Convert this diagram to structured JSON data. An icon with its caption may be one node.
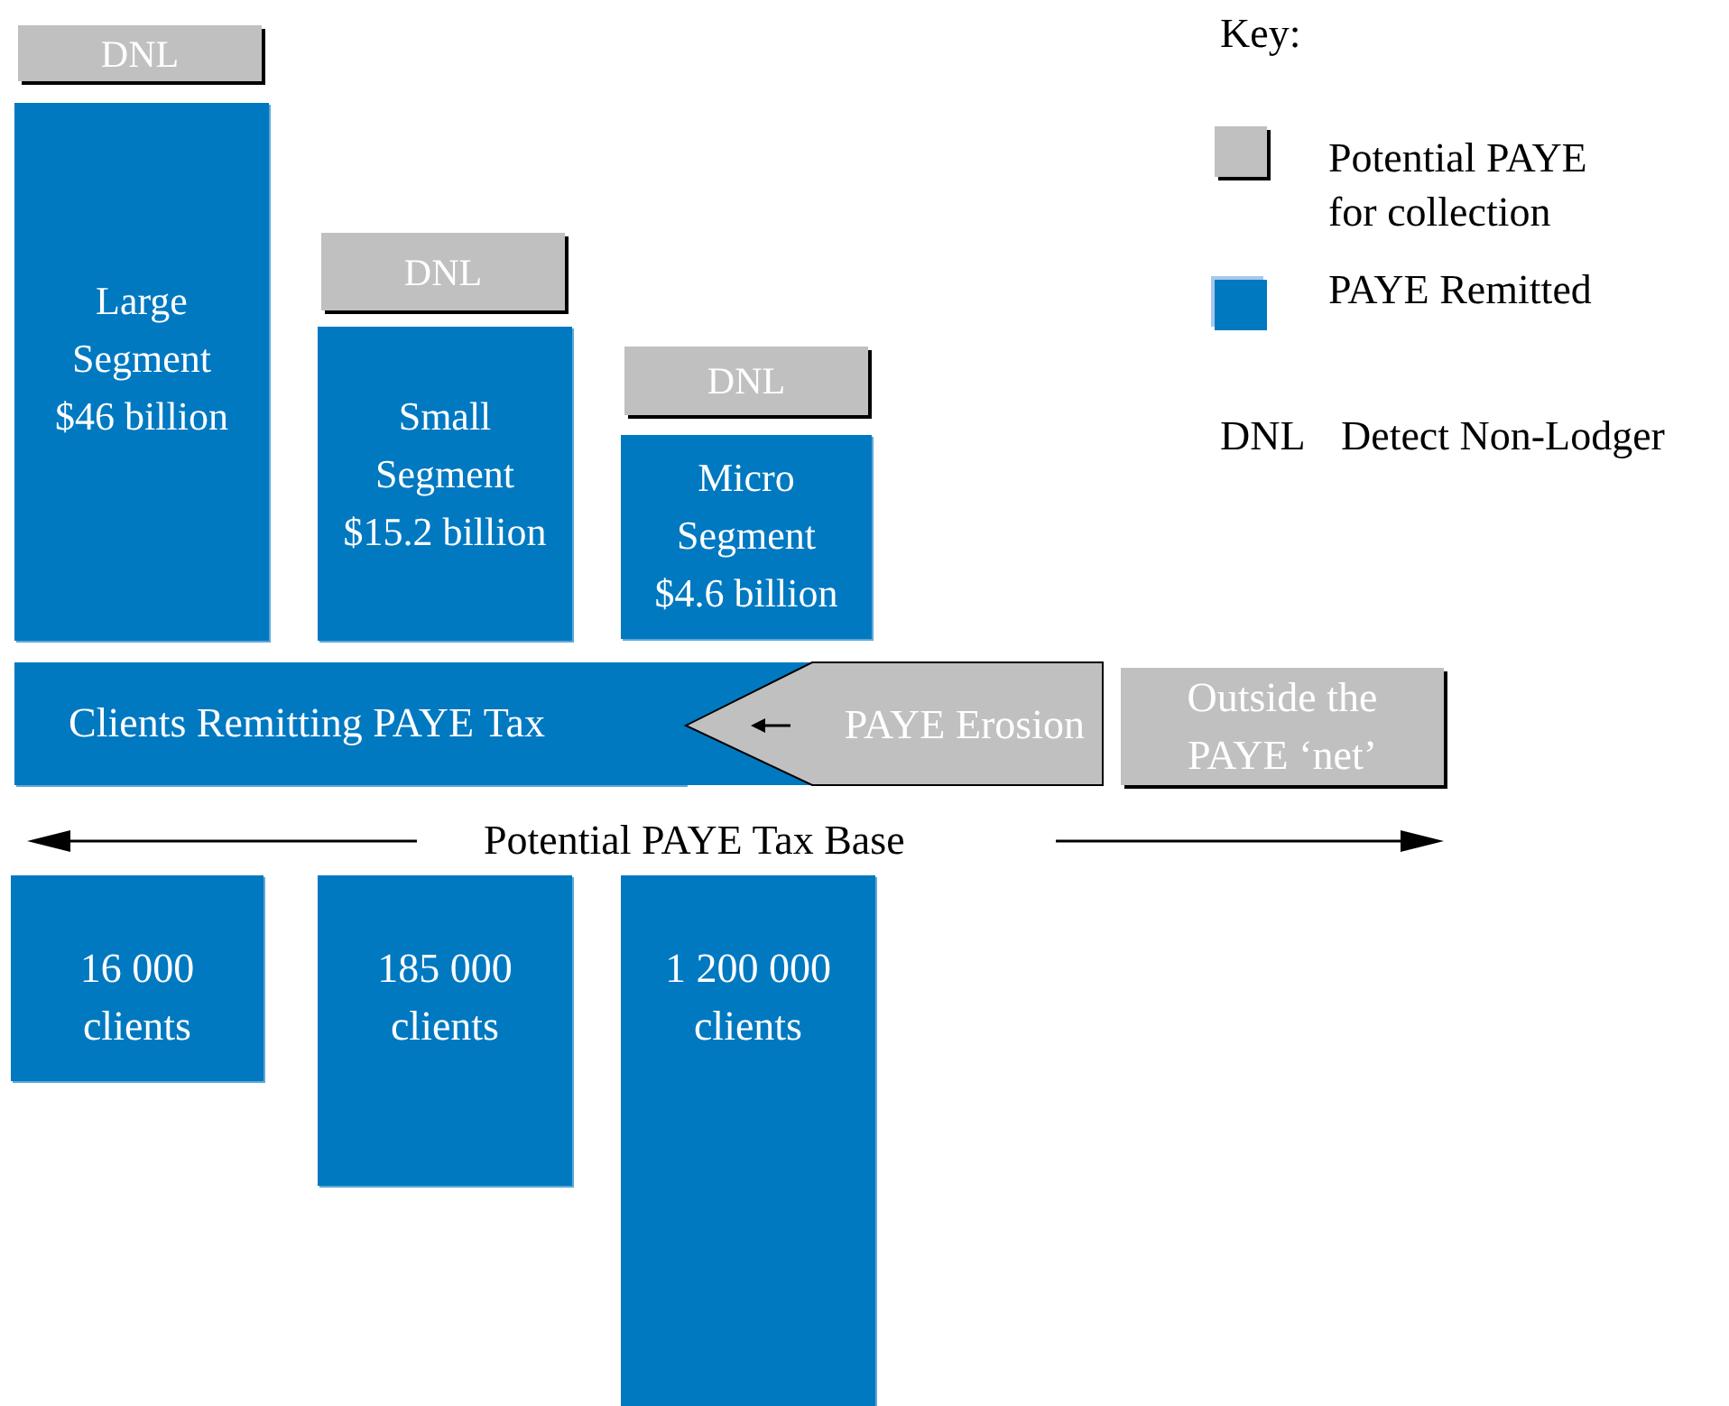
{
  "diagram": {
    "nodes": [
      {
        "text": [
          "DNL"
        ]
      },
      {
        "text": [
          "Large Segment $46 billion"
        ]
      },
      {
        "text": [
          "DNL"
        ]
      },
      {
        "text": [
          "Small Segment $15.2 billion"
        ]
      },
      {
        "text": [
          "DNL"
        ]
      },
      {
        "text": [
          "Micro Segment $4.6 billion"
        ]
      },
      {
        "text": [
          "Clients Remitting PAYE Tax"
        ]
      },
      {
        "text": [
          "PAYE Erosion"
        ]
      },
      {
        "text": [
          "Outside the PAYE ‘net’"
        ]
      },
      {
        "text": [
          "16 000 clients"
        ]
      },
      {
        "text": [
          "185 000 clients"
        ]
      },
      {
        "text": [
          "1 200 000 clients"
        ]
      }
    ],
    "edges": [],
    "labels": [
      "Key:",
      "DNL",
      "Detect Non-Lodger",
      "Potential PAYE Tax Base"
    ],
    "legend": [
      {
        "text": "Potential PAYE for collection",
        "color": "#c0c0c0"
      },
      {
        "text": "PAYE Remitted",
        "color": "#0079c1"
      }
    ]
  }
}
